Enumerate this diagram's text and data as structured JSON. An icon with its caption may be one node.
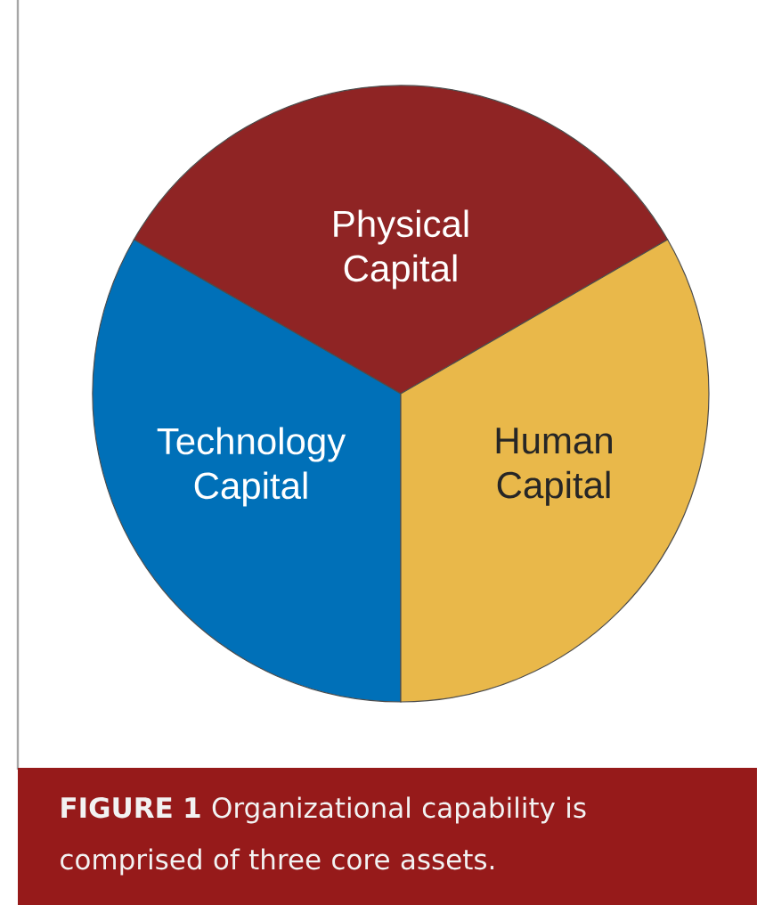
{
  "diagram": {
    "caption": "**FIGURE 1**   Organizational capability is comprised of three core assets.",
    "nodes": [
      {
        "text": [
          "Physical Capital"
        ]
      },
      {
        "text": [
          "Technology Capital"
        ]
      },
      {
        "text": [
          "Human Capital"
        ]
      }
    ]
  }
}
